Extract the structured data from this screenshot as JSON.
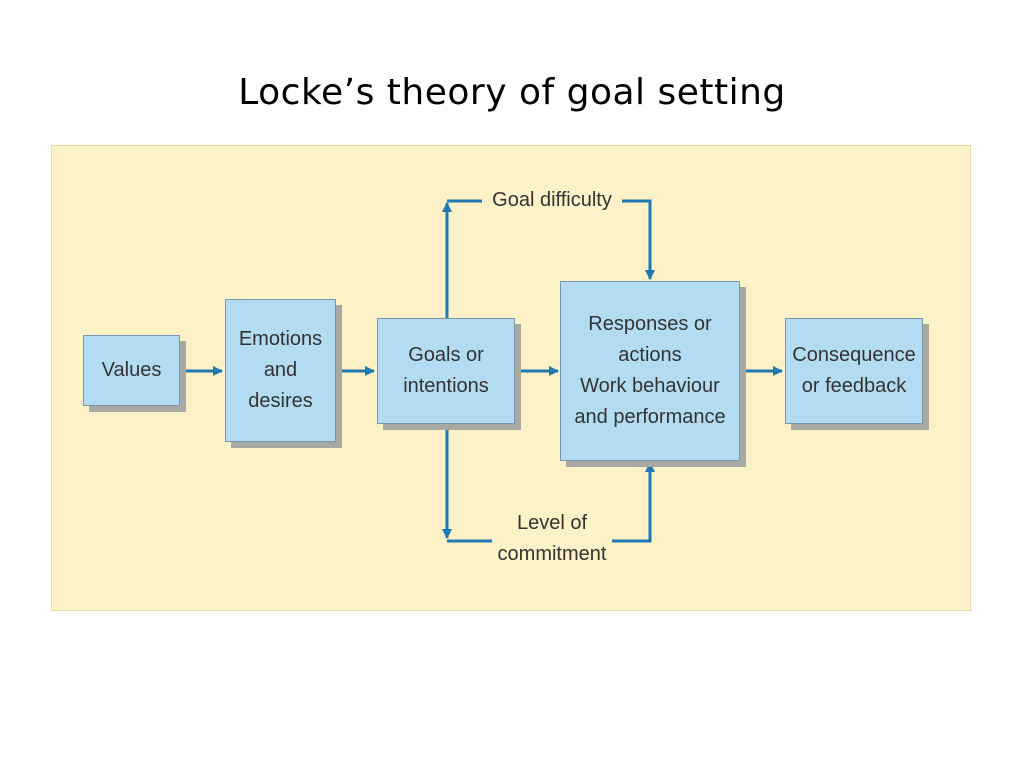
{
  "slide": {
    "title": "Locke’s theory of goal setting"
  },
  "diagram": {
    "colors": {
      "panel": "#fdf1c8",
      "box": "#b3dcf3",
      "arrow": "#1f78b4",
      "shadow": "#a9a9a4"
    },
    "nodes": {
      "values": "Values",
      "emotions": "Emotions\nand\ndesires",
      "goals": "Goals or\nintentions",
      "responses": "Responses or\nactions\nWork behaviour\nand performance",
      "consequence": "Consequence\nor feedback"
    },
    "labels": {
      "goal_difficulty": "Goal difficulty",
      "level_of_commitment": "Level of\ncommitment"
    }
  }
}
